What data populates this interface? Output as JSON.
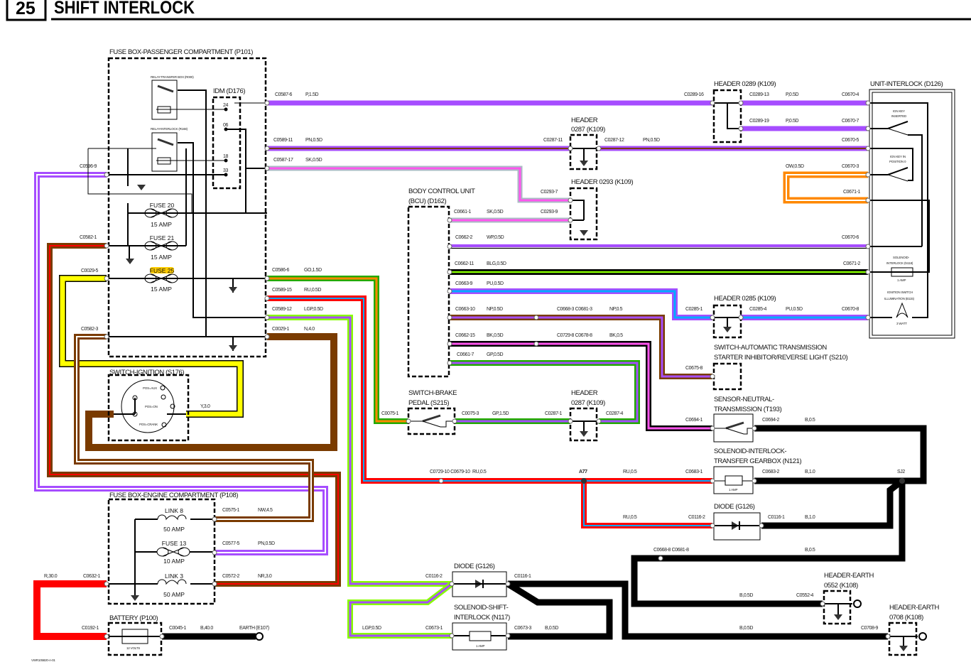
{
  "page": {
    "number": "25",
    "title": "SHIFT INTERLOCK",
    "figure_code": "VWR105820-A-01"
  },
  "wire_colors": {
    "purple": "#a64dff",
    "brown": "#7a3b00",
    "red": "#ff0000",
    "blue": "#00aaff",
    "green": "#22aa00",
    "orange": "#ff8800",
    "lime": "#88ff00",
    "pink": "#ff55ee",
    "grey": "#aabbc4",
    "yellow": "#ffff00",
    "black": "#000000",
    "white": "#ffffff",
    "fuse_highlight": "#ffcc00"
  },
  "components": {
    "fusebox_passenger": "FUSE BOX-PASSENGER COMPARTMENT (P101)",
    "relay_transfer": "RELAY-TRANSFER BOX (R000)",
    "relay_interlock": "RELAY-INTERLOCK (R168)",
    "idm": "IDM (D176)",
    "idm_pins": [
      "24",
      "06",
      "18",
      "33"
    ],
    "fuse20": "FUSE 20",
    "fuse21": "FUSE 21",
    "fuse25": "FUSE 25",
    "amp15": "15 AMP",
    "header_0287_a": "HEADER",
    "header_0287_b": "0287 (K109)",
    "header_0289": "HEADER 0289 (K109)",
    "unit_interlock": "UNIT-INTERLOCK (D126)",
    "ign_key_inserted": [
      "IGN KEY",
      "INSERTED"
    ],
    "ign_key_position": [
      "IGN KEY IN",
      "POSITION 0"
    ],
    "solenoid_n118": [
      "SOLENOID-",
      "INTERLOCK (N118)"
    ],
    "one_amp": "1 AMP",
    "ign_illumination": [
      "IGNITION SWITCH",
      "ILLUMINATION (B115)"
    ],
    "three_watt": "3 WATT",
    "header_0293": "HEADER 0293 (K109)",
    "bcu": [
      "BODY CONTROL UNIT",
      "(BCU) (D162)"
    ],
    "header_0285": "HEADER 0285 (K109)",
    "s210": [
      "SWITCH-AUTOMATIC TRANSMISSION",
      "STARTER INHIBITOR/REVERSE LIGHT (S210)"
    ],
    "ignition_switch": "SWITCH-IGNITION (S176)",
    "ign_positions": [
      "POS=AUX",
      "POS=ON",
      "POS=CRANK"
    ],
    "brake_switch": [
      "SWITCH-BRAKE",
      "PEDAL (S215)"
    ],
    "t193": [
      "SENSOR-NEUTRAL-",
      "TRANSMISSION (T193)"
    ],
    "n121": [
      "SOLENOID-INTERLOCK-",
      "TRANSFER GEARBOX (N121)"
    ],
    "diode_g126": "DIODE (G126)",
    "fusebox_engine": "FUSE BOX-ENGINE COMPARTMENT (P108)",
    "link8": "LINK 8",
    "amp50": "50 AMP",
    "fuse13": "FUSE 13",
    "amp10": "10 AMP",
    "link3": "LINK 3",
    "battery": "BATTERY (P100)",
    "volts": "12 VOLTS",
    "n117": [
      "SOLENOID-SHIFT-",
      "INTERLOCK (N117)"
    ],
    "earth_0552": [
      "HEADER-EARTH",
      "0552 (K108)"
    ],
    "earth_0708": [
      "HEADER-EARTH",
      "0708 (K108)"
    ],
    "splice_a77": "A77",
    "splice_sj2": "SJ2"
  },
  "labels": {
    "c0587_6": "C0587-6",
    "p15d": "P,1.5D",
    "c0589_11": "C0589-11",
    "pn05d": "PN,0.5D",
    "c0587_17": "C0587-17",
    "sk05d": "SK,0.5D",
    "c0586_6": "C0586-6",
    "go15d": "GO,1.5D",
    "c0589_15": "C0589-15",
    "ru05d": "RU,0.5D",
    "c0589_12": "C0589-12",
    "lgp05d": "LGP,0.5D",
    "c0029_1": "C0029-1",
    "n40": "N,4.0",
    "c0596_9": "C0596-9",
    "c0582_1": "C0582-1",
    "c0029_5": "C0029-5",
    "c0582_3": "C0582-3",
    "c0289_16": "C0289-16",
    "c0287_11": "C0287-11",
    "c0287_12": "C0287-12",
    "c0289_13": "C0289-13",
    "p05d": "P,0.5D",
    "c0670_4": "C0670-4",
    "c0289_19": "C0289-19",
    "c0670_7": "C0670-7",
    "c0670_5": "C0670-5",
    "ow05d": "OW,0.5D",
    "c0670_3": "C0670-3",
    "c0671_1": "C0671-1",
    "c0670_6": "C0670-6",
    "c0671_2": "C0671-2",
    "c0285_4": "C0285-4",
    "pu05d": "PU,0.5D",
    "c0670_8": "C0670-8",
    "c0285_1": "C0285-1",
    "c0293_7": "C0293-7",
    "c0293_9": "C0293-9",
    "c0661_1": "C0661-1",
    "c0662_2": "C0662-2",
    "wp05d": "WP,0.5D",
    "c0662_11": "C0662-11",
    "blg05d": "BLG,0.5D",
    "c0663_9": "C0663-9",
    "c0663_10": "C0663-10",
    "np05d": "NP,0.5D",
    "c0668_3": "C0668-3 C0681-3",
    "np05": "NP,0.5",
    "c0662_15": "C0662-15",
    "bk05d": "BK,0.5D",
    "c0729_8": "C0729-8 C0678-8",
    "bk05": "BK,0.5",
    "c0661_7": "C0661-7",
    "gp05d": "GP,0.5D",
    "c0675_8": "C0675-8",
    "c0075_1": "C0075-1",
    "c0075_3": "C0075-3",
    "gp15d": "GP,1.5D",
    "c0287_1": "C0287-1",
    "c0287_4": "C0287-4",
    "c0729_10": "C0729-10 C0679-10",
    "ru05": "RU,0.5",
    "c0683_1": "C0683-1",
    "c0116_2": "C0116-2",
    "c0694_1": "C0694-1",
    "c0694_2": "C0694-2",
    "b05": "B,0.5",
    "c0683_2": "C0683-2",
    "b10": "B,1.0",
    "c0116_1": "C0116-1",
    "c0668_8": "C0668-8 C0681-8",
    "b05d": "B,0.5D",
    "c0552_4": "C0552-4",
    "c0708_9": "C0708-9",
    "c0673_1": "C0673-1",
    "c0673_3": "C0673-3",
    "c0575_1": "C0575-1",
    "nw45": "NW,4.5",
    "c0577_5": "C0577-5",
    "c0572_2": "C0572-2",
    "nr30": "NR,3.0",
    "r300": "R,30.0",
    "c0632_1": "C0632-1",
    "c0192_1": "C0192-1",
    "c0045_1": "C0045-1",
    "b400": "B,40.0",
    "earth_e107": "EARTH (E107)",
    "y30": "Y,3.0"
  }
}
